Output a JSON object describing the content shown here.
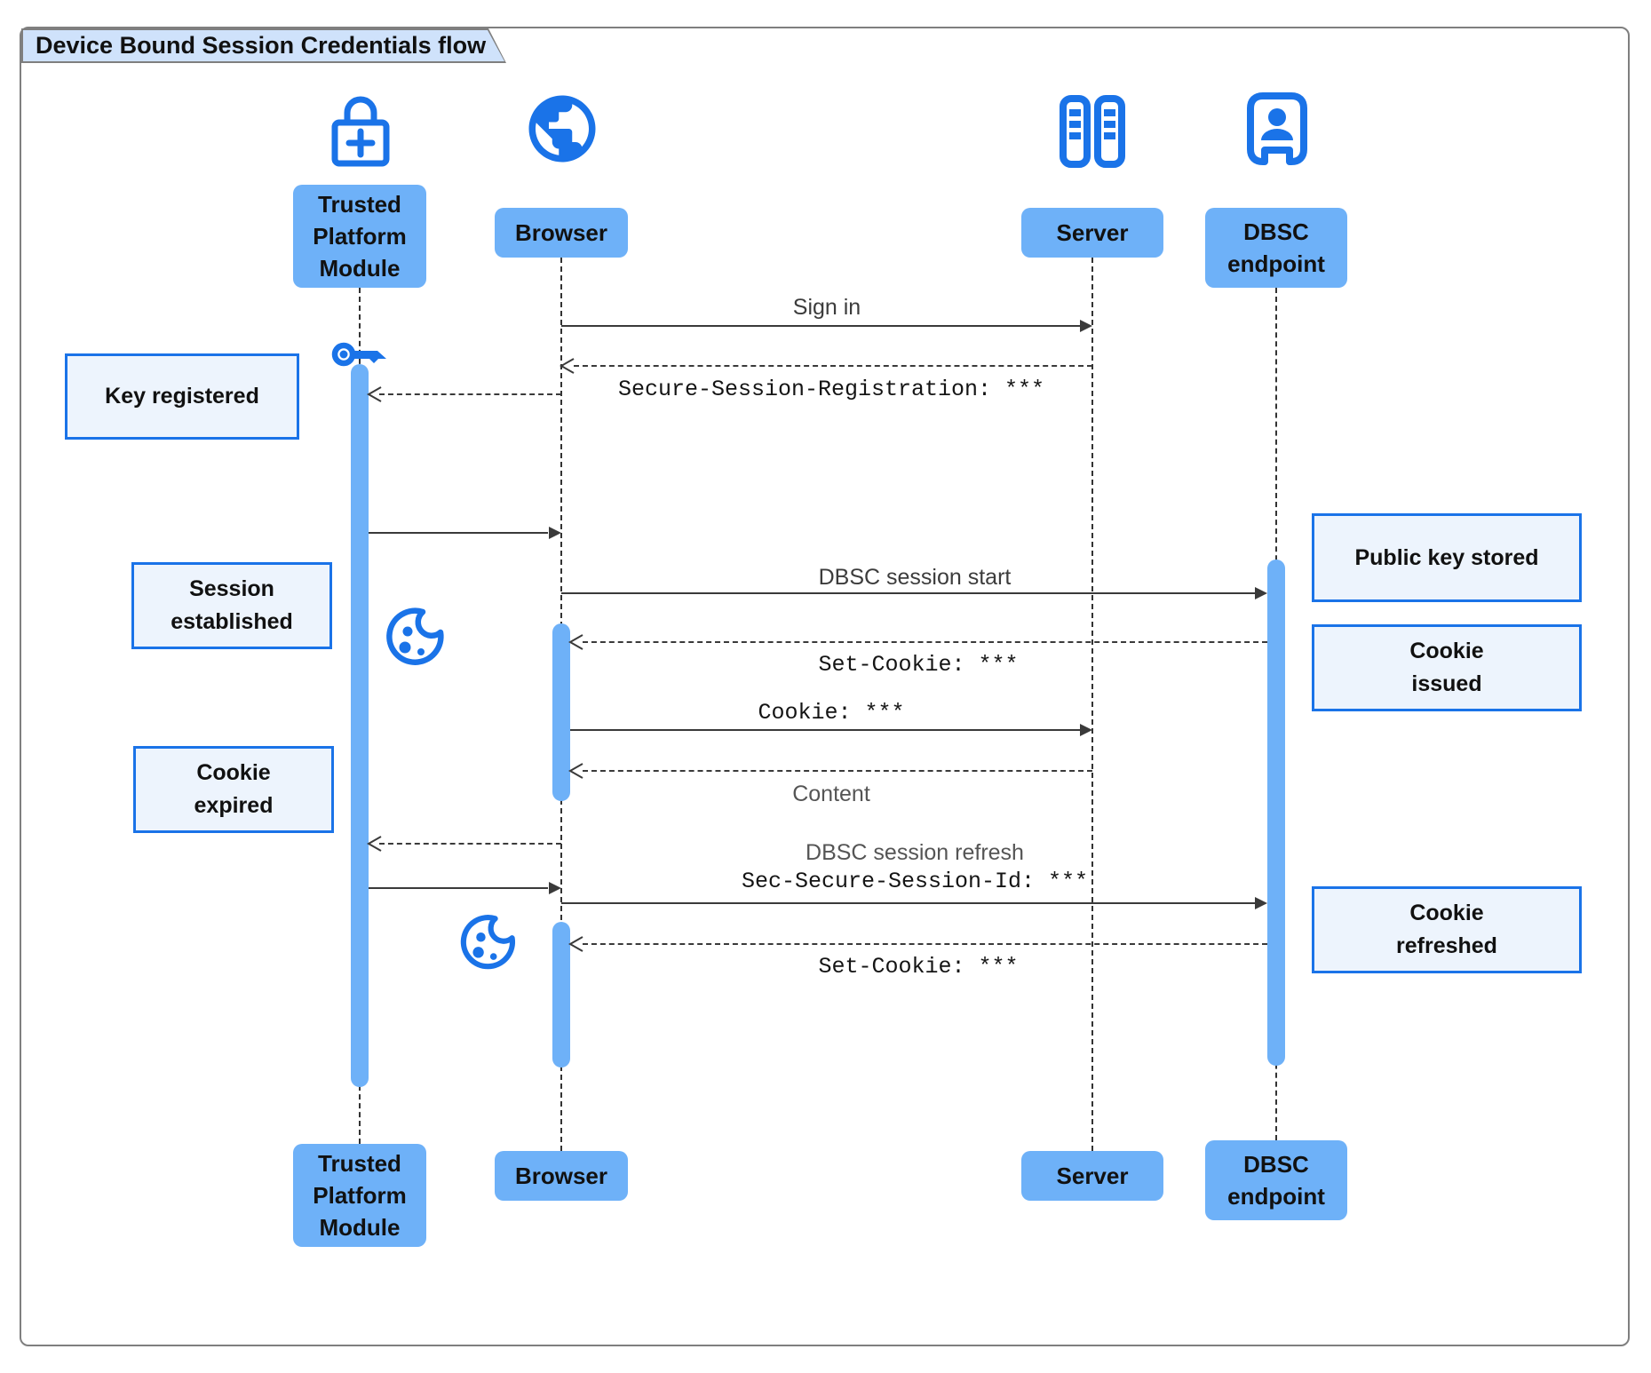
{
  "title": "Device Bound Session Credentials flow",
  "colors": {
    "accent": "#1A73E8",
    "participant_fill": "#6EB1F8",
    "note_fill": "#EDF4FD",
    "note_border": "#1A73E8",
    "arrow": "#3A3A3A",
    "title_fill": "#CFE2FB",
    "frame_border": "#7F7F7F"
  },
  "participants": [
    {
      "id": "tpm",
      "label": "Trusted\nPlatform\nModule",
      "icon": "lock-plus-icon"
    },
    {
      "id": "browser",
      "label": "Browser",
      "icon": "globe-icon"
    },
    {
      "id": "server",
      "label": "Server",
      "icon": "server-racks-icon"
    },
    {
      "id": "dbsc",
      "label": "DBSC\nendpoint",
      "icon": "door-user-icon"
    }
  ],
  "messages": [
    {
      "from": "browser",
      "to": "server",
      "style": "solid",
      "label": "Sign in"
    },
    {
      "from": "server",
      "to": "browser",
      "style": "dashed",
      "label": "Secure-Session-Registration: ***",
      "mono": true
    },
    {
      "from": "browser",
      "to": "tpm",
      "style": "dashed",
      "label": ""
    },
    {
      "from": "tpm",
      "to": "browser",
      "style": "solid",
      "label": ""
    },
    {
      "from": "browser",
      "to": "dbsc",
      "style": "solid",
      "label": "DBSC session start"
    },
    {
      "from": "dbsc",
      "to": "browser",
      "style": "dashed",
      "label": "Set-Cookie: ***",
      "mono": true
    },
    {
      "from": "browser",
      "to": "server",
      "style": "solid",
      "label": "Cookie: ***",
      "mono": true
    },
    {
      "from": "server",
      "to": "browser",
      "style": "dashed",
      "label": "Content"
    },
    {
      "from": "browser",
      "to": "tpm",
      "style": "dashed",
      "label": ""
    },
    {
      "from": "tpm",
      "to": "browser",
      "style": "solid",
      "label": ""
    },
    {
      "from": "browser",
      "to": "dbsc",
      "style": "solid",
      "label": "DBSC session refresh",
      "sublabel": "Sec-Secure-Session-Id: ***",
      "mono_sublabel": true
    },
    {
      "from": "dbsc",
      "to": "browser",
      "style": "dashed",
      "label": "Set-Cookie: ***",
      "mono": true
    }
  ],
  "notes": [
    {
      "side": "left",
      "label": "Key registered"
    },
    {
      "side": "left",
      "label": "Session\nestablished"
    },
    {
      "side": "left",
      "label": "Cookie\nexpired"
    },
    {
      "side": "right",
      "label": "Public key stored"
    },
    {
      "side": "right",
      "label": "Cookie\nissued"
    },
    {
      "side": "right",
      "label": "Cookie\nrefreshed"
    }
  ],
  "flow_icons": [
    "key-icon",
    "cookie-icon",
    "cookie-icon"
  ]
}
